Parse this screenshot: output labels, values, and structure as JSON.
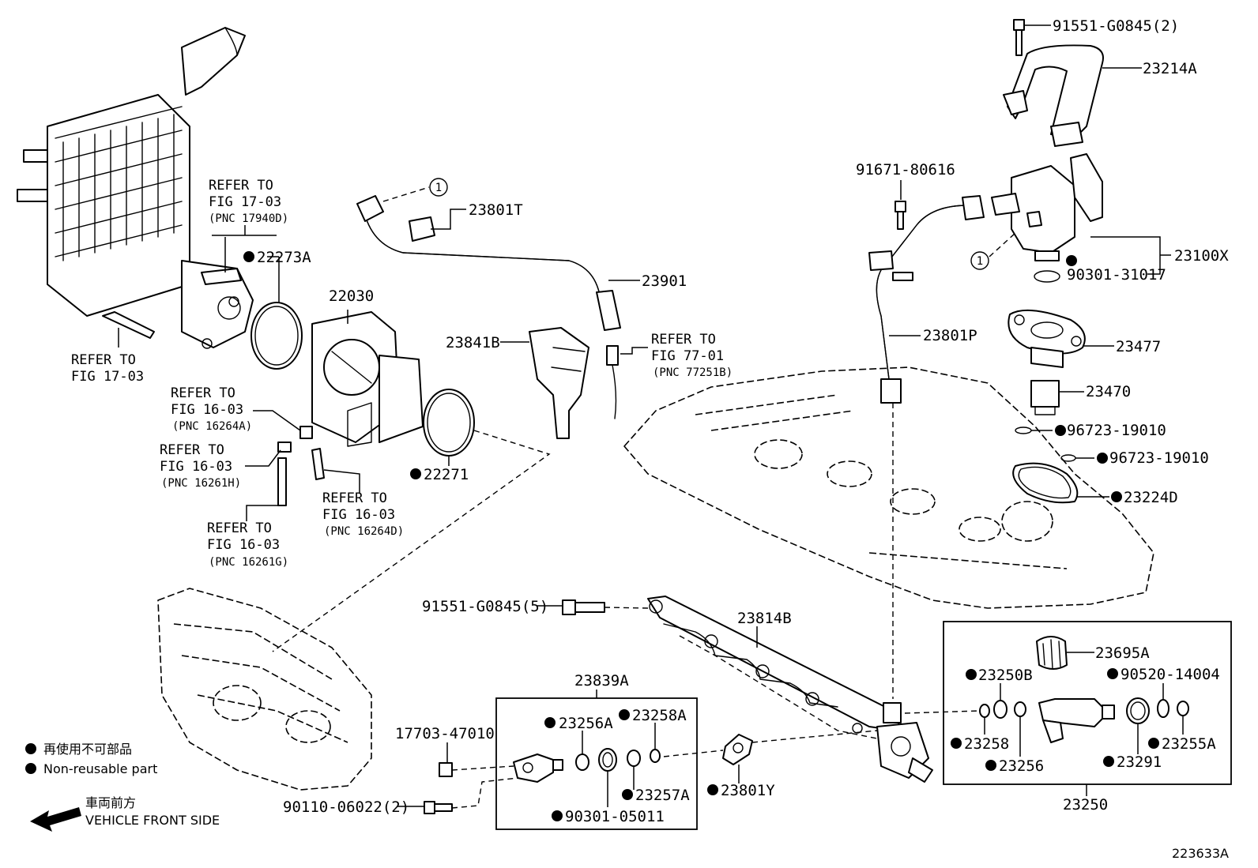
{
  "figure_id": "223633A",
  "legend": {
    "non_reusable_jp": "再使用不可部品",
    "non_reusable_en": "Non-reusable part",
    "front_jp": "車両前方",
    "front_en": "VEHICLE FRONT SIDE"
  },
  "parts": {
    "p91551_g0845_2": "91551-G0845(2)",
    "p23214a": "23214A",
    "p91671_80616": "91671-80616",
    "p23100x": "23100X",
    "p90301_31017": "90301-31017",
    "p23801p": "23801P",
    "p23477": "23477",
    "p23470": "23470",
    "p96723_19010_a": "96723-19010",
    "p96723_19010_b": "96723-19010",
    "p23224d": "23224D",
    "p23801t": "23801T",
    "p23901": "23901",
    "p23841b": "23841B",
    "p22030": "22030",
    "p22273a": "22273A",
    "p22271": "22271",
    "p91551_g0845_5": "91551-G0845(5)",
    "p23814b": "23814B",
    "p23839a": "23839A",
    "p23256a": "23256A",
    "p23258a": "23258A",
    "p17703_47010": "17703-47010",
    "p90110_06022_2": "90110-06022(2)",
    "p23257a": "23257A",
    "p90301_05011": "90301-05011",
    "p23801y": "23801Y",
    "p23695a": "23695A",
    "p23250b": "23250B",
    "p90520_14004": "90520-14004",
    "p23258": "23258",
    "p23256": "23256",
    "p23291": "23291",
    "p23255a": "23255A",
    "p23250": "23250"
  },
  "refs": {
    "r17_03_a": {
      "line1": "REFER TO",
      "line2": "FIG 17-03",
      "pnc": "(PNC 17940D)"
    },
    "r17_03_b": {
      "line1": "REFER TO",
      "line2": "FIG 17-03"
    },
    "r77_01": {
      "line1": "REFER TO",
      "line2": "FIG 77-01",
      "pnc": "(PNC 77251B)"
    },
    "r16_03_a": {
      "line1": "REFER TO",
      "line2": "FIG 16-03",
      "pnc": "(PNC 16264A)"
    },
    "r16_03_b": {
      "line1": "REFER TO",
      "line2": "FIG 16-03",
      "pnc": "(PNC 16261H)"
    },
    "r16_03_c": {
      "line1": "REFER TO",
      "line2": "FIG 16-03",
      "pnc": "(PNC 16264D)"
    },
    "r16_03_d": {
      "line1": "REFER TO",
      "line2": "FIG 16-03",
      "pnc": "(PNC 16261G)"
    }
  },
  "connection_marker": "1"
}
